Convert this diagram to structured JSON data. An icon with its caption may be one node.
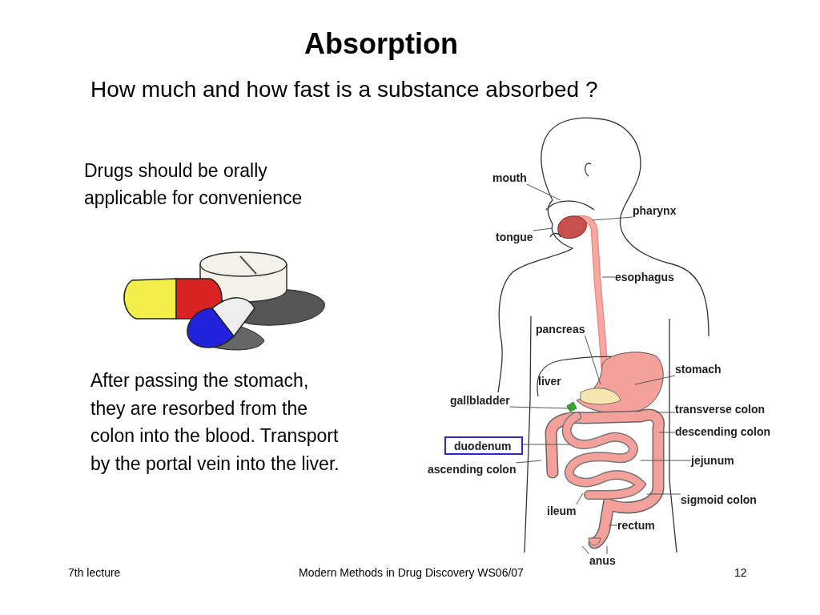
{
  "diagram": {
    "title": "Absorption",
    "nodes": [
      {
        "text": [
          "mouth"
        ]
      },
      {
        "text": [
          "pharynx"
        ]
      },
      {
        "text": [
          "tongue"
        ]
      },
      {
        "text": [
          "esophagus"
        ]
      },
      {
        "text": [
          "pancreas"
        ]
      },
      {
        "text": [
          "stomach"
        ]
      },
      {
        "text": [
          "gallbladder"
        ]
      },
      {
        "text": [
          "transverse colon"
        ]
      },
      {
        "text": [
          "descending colon"
        ]
      },
      {
        "text": [
          "duodenum"
        ]
      },
      {
        "text": [
          "jejunum"
        ]
      },
      {
        "text": [
          "ascending colon"
        ]
      },
      {
        "text": [
          "ileum"
        ]
      },
      {
        "text": [
          "sigmoid colon"
        ]
      },
      {
        "text": [
          "rectum"
        ]
      },
      {
        "text": [
          "anus"
        ]
      }
    ],
    "edges": [
      {
        "from": 0,
        "to": null,
        "arrow": "none"
      },
      {
        "from": 1,
        "to": null,
        "arrow": "none"
      },
      {
        "from": 2,
        "to": null,
        "arrow": "none"
      },
      {
        "from": 3,
        "to": null,
        "arrow": "none"
      },
      {
        "from": 4,
        "to": null,
        "arrow": "none"
      },
      {
        "from": 5,
        "to": null,
        "arrow": "none"
      },
      {
        "from": 6,
        "to": null,
        "arrow": "none"
      },
      {
        "from": 7,
        "to": null,
        "arrow": "none"
      },
      {
        "from": 8,
        "to": null,
        "arrow": "none"
      },
      {
        "from": 9,
        "to": null,
        "arrow": "none"
      },
      {
        "from": 10,
        "to": null,
        "arrow": "none"
      },
      {
        "from": 11,
        "to": null,
        "arrow": "none"
      },
      {
        "from": 12,
        "to": null,
        "arrow": "none"
      },
      {
        "from": 13,
        "to": null,
        "arrow": "none"
      },
      {
        "from": 14,
        "to": null,
        "arrow": "none"
      },
      {
        "from": 15,
        "to": null,
        "arrow": "none"
      },
      {
        "from": 15,
        "to": null,
        "arrow": "none"
      }
    ],
    "labels": [
      "How much and how fast is a substance absorbed ?",
      "Drugs should be orally applicable for convenience",
      "liver",
      "After passing the stomach, they are resorbed from the colon into the blood. Transport by the portal vein into the liver.",
      "7th lecture",
      "Modern Methods in Drug Discovery WS06/07",
      "12"
    ]
  }
}
